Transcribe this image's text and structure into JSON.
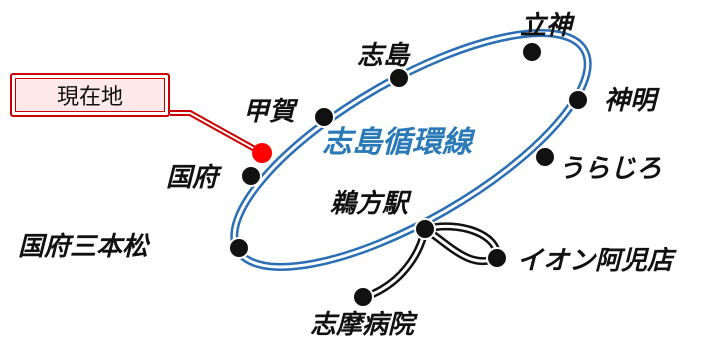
{
  "colors": {
    "route_blue": "#2a6fb5",
    "route_black": "#111111",
    "station_dot": "#111111",
    "current_location": "#ff0000",
    "callout_border": "#cc0000",
    "callout_fill": "#fde9e9",
    "line_name": "#2a7ab8"
  },
  "line_name": "志島循環線",
  "current_location_label": "現在地",
  "stations": {
    "tategami": "立神",
    "shijima": "志島",
    "shinmei": "神明",
    "kouga": "甲賀",
    "urajiro": "うらじろ",
    "kokufu": "国府",
    "ugatagata": "鵜方駅",
    "kokufu_sanbonmatsu": "国府三本松",
    "aeon": "イオン阿児店",
    "shima_hospital": "志摩病院"
  }
}
